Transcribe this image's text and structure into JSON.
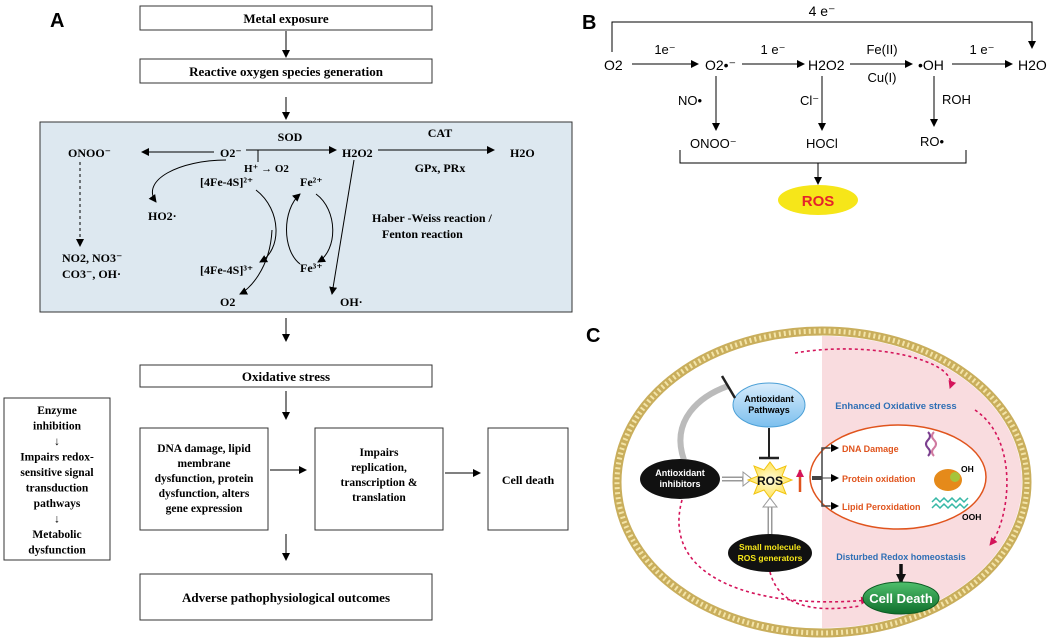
{
  "panelA": {
    "label": "A",
    "metal_exposure": "Metal exposure",
    "ros_generation": "Reactive oxygen species generation",
    "sod": "SOD",
    "cat": "CAT",
    "gpx_prx": "GPx, PRx",
    "h2o2": "H2O2",
    "h2o": "H2O",
    "onoo": "ONOO⁻",
    "superoxide": "O2⁻",
    "h_plus_o2": "H⁺ → O2",
    "fe4s4_2": "[4Fe-4S]²⁺",
    "fe4s4_3": "[4Fe-4S]³⁺",
    "fe2": "Fe²⁺",
    "fe3": "Fe³⁺",
    "ho2": "HO2·",
    "nitro_products_1": "NO2, NO3⁻",
    "nitro_products_2": "CO3⁻, OH·",
    "haber_weiss": "Haber -Weiss reaction /",
    "fenton": "Fenton reaction",
    "o2_bottom": "O2",
    "oh_bottom": "OH·",
    "oxidative_stress": "Oxidative stress",
    "side_box": [
      "Enzyme",
      "inhibition",
      "↓",
      "Impairs redox-",
      "sensitive signal",
      "transduction",
      "pathways",
      "↓",
      "Metabolic",
      "dysfunction"
    ],
    "damage_box": [
      "DNA damage, lipid",
      "membrane",
      "dysfunction, protein",
      "dysfunction, alters",
      "gene expression"
    ],
    "impairs_box": [
      "Impairs",
      "replication,",
      "transcription &",
      "translation"
    ],
    "cell_death": "Cell death",
    "adverse": "Adverse pathophysiological outcomes"
  },
  "panelB": {
    "label": "B",
    "four_e": "4 e⁻",
    "o2": "O2",
    "one_e_1": "1e⁻",
    "superoxide": "O2•⁻",
    "one_e_2": "1 e⁻",
    "h2o2": "H2O2",
    "fe_ii": "Fe(II)",
    "cu_i": "Cu(I)",
    "oh_radical": "•OH",
    "one_e_3": "1 e⁻",
    "h2o": "H2O",
    "no_radical": "NO•",
    "cl_minus": "Cl⁻",
    "roh": "ROH",
    "onoo": "ONOO⁻",
    "hocl": "HOCl",
    "ro_radical": "RO•",
    "ros": "ROS"
  },
  "panelC": {
    "label": "C",
    "antioxidant_pathways": [
      "Antioxidant",
      "Pathways"
    ],
    "enhanced_oxidative_stress": "Enhanced Oxidative stress",
    "antioxidant_inhibitors": [
      "Antioxidant",
      "inhibitors"
    ],
    "ros": "ROS",
    "dna_damage": "DNA Damage",
    "protein_oxidation": "Protein oxidation",
    "lipid_peroxidation": "Lipid Peroxidation",
    "oh": "OH",
    "ooh": "OOH",
    "small_molecule": [
      "Small molecule",
      "ROS generators"
    ],
    "disturbed_redox": "Disturbed Redox homeostasis",
    "cell_death": "Cell Death"
  },
  "colors": {
    "panelA_fill": "#dde8f0",
    "ros_yellow": "#f6e619",
    "ros_red": "#e5232b",
    "cell_green": "#1a8a3a",
    "blue_text": "#2f6fb5",
    "orange_text": "#e0541d",
    "membrane_gold": "#c9ae5c"
  }
}
